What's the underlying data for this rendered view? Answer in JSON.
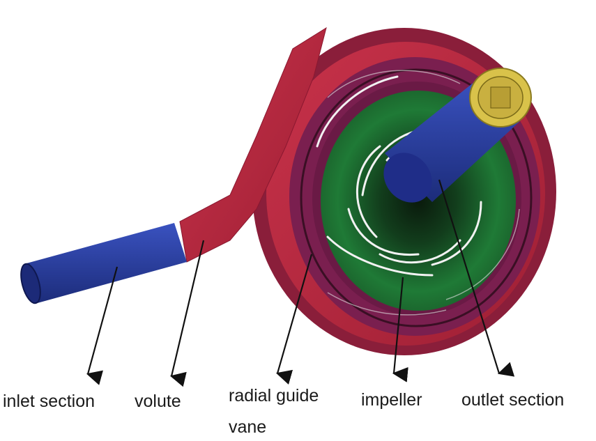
{
  "labels": {
    "inlet": "inlet section",
    "volute": "volute",
    "radial_guide_vane_line1": "radial guide",
    "radial_guide_vane_line2": "vane",
    "impeller": "impeller",
    "outlet": "outlet section"
  },
  "colors": {
    "inlet_pipe": "#2a3fa0",
    "volute": "#b8283e",
    "guide_vane_ring": "#7a1f4f",
    "impeller": "#1f6e32",
    "outlet_pipe": "#2c3aa8",
    "outlet_cap": "#d9c24a",
    "arrows": "#111111"
  }
}
